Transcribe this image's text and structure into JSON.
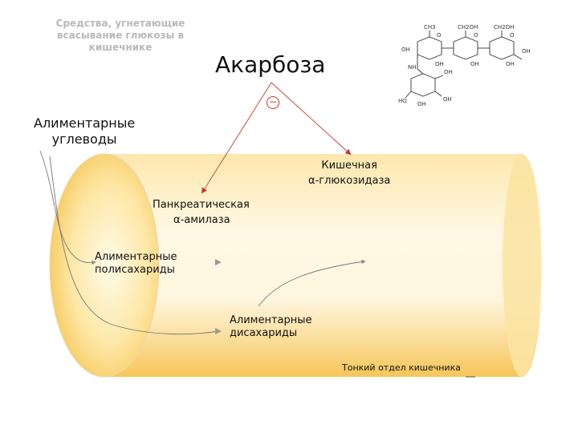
{
  "subtitle": {
    "line1": "Средства, угнетающие",
    "line2": "всасывание глюкозы в",
    "line3": "кишечнике"
  },
  "drug_name": "Акарбоза",
  "inhibition_symbol": "−",
  "labels": {
    "alimentary_carbs_line1": "Алиментарные",
    "alimentary_carbs_line2": "углеводы",
    "intestinal_enzyme_line1": "Кишечная",
    "intestinal_enzyme_line2": "α-глюкозидаза",
    "pancreatic_enzyme_line1": "Панкреатическая",
    "pancreatic_enzyme_line2": "α-амилаза",
    "polysaccharides_line1": "Алиментарные",
    "polysaccharides_line2": "полисахариды",
    "disaccharides_line1": "Алиментарные",
    "disaccharides_line2": "дисахариды",
    "small_intestine": "Тонкий отдел кишечника"
  },
  "structure_labels": {
    "ch3_a": "CH3",
    "ch2oh_a": "CH2OH",
    "ch2oh_b": "CH2OH",
    "oh": "OH",
    "nh": "NH",
    "o": "O",
    "ho": "HO"
  },
  "colors": {
    "arrow_red": "#c0392b",
    "tube_center": "#fff7de",
    "tube_edge": "#f7c95a",
    "text_gray": "#b9b9b9"
  }
}
